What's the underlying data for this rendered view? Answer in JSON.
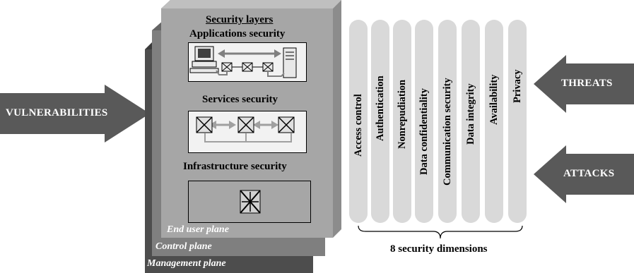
{
  "arrows": {
    "vulnerabilities": "VULNERABILITIES",
    "threats": "THREATS",
    "attacks": "ATTACKS"
  },
  "planes": {
    "end_user": "End user plane",
    "control": "Control plane",
    "management": "Management plane"
  },
  "layers": {
    "heading": "Security layers",
    "applications": "Applications security",
    "services": "Services security",
    "infrastructure": "Infrastructure security"
  },
  "dimensions": {
    "items": [
      "Access control",
      "Authentication",
      "Nonrepudiation",
      "Data confidentiality",
      "Communication security",
      "Data integrity",
      "Availability",
      "Privacy"
    ],
    "caption": "8 security dimensions"
  },
  "colors": {
    "arrow": "#595959",
    "management_plane": "#4d4d4d",
    "control_plane": "#7f7f7f",
    "end_user_plane": "#a6a6a6",
    "layer_box": "#f2f2f2",
    "pillar": "#d9d9d9"
  }
}
